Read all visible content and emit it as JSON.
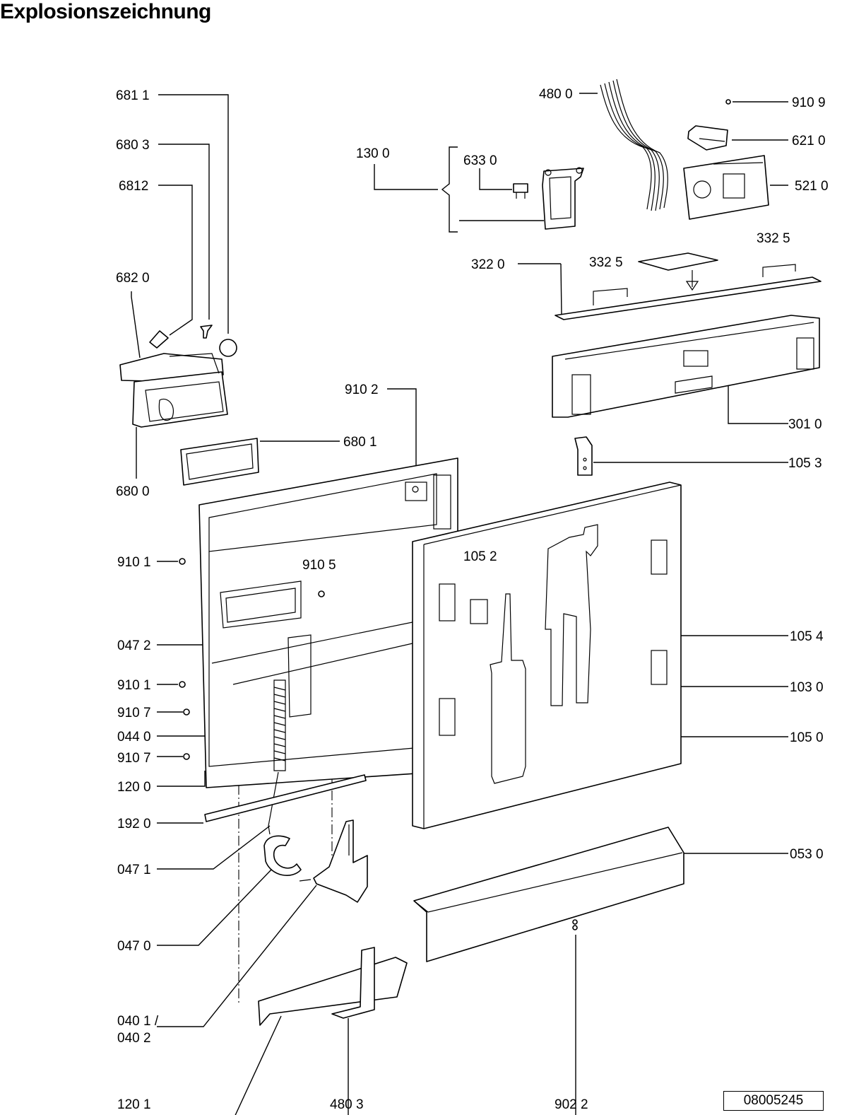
{
  "title": "Explosionszeichnung",
  "drawing_number": "08005245",
  "labels": {
    "p6811": "681 1",
    "p6803": "680 3",
    "p6812": "6812",
    "p6820": "682 0",
    "p6800": "680 0",
    "p6801": "680 1",
    "p1300": "130 0",
    "p6330": "633 0",
    "p4800": "480 0",
    "p9109": "910 9",
    "p6210": "621 0",
    "p5210": "521 0",
    "p3325a": "332  5",
    "p3325b": "332  5",
    "p3220": "322  0",
    "p3010": "301 0",
    "p1053": "105 3",
    "p9102": "910 2",
    "p9101a": "910 1",
    "p9105": "910 5",
    "p1052": "105 2",
    "p0472": "047 2",
    "p1054": "105 4",
    "p9101b": "910 1",
    "p1030": "103 0",
    "p9107a": "910 7",
    "p0440": "044 0",
    "p1050": "105 0",
    "p9107b": "910 7",
    "p1200": "120 0",
    "p1920": "192 0",
    "p0530": "053 0",
    "p0471": "047 1",
    "p0470": "047 0",
    "p0401": "040 1 /",
    "p0402": "040 2",
    "p1201": "120 1",
    "p4803": "480 3",
    "p9022": "902 2"
  }
}
